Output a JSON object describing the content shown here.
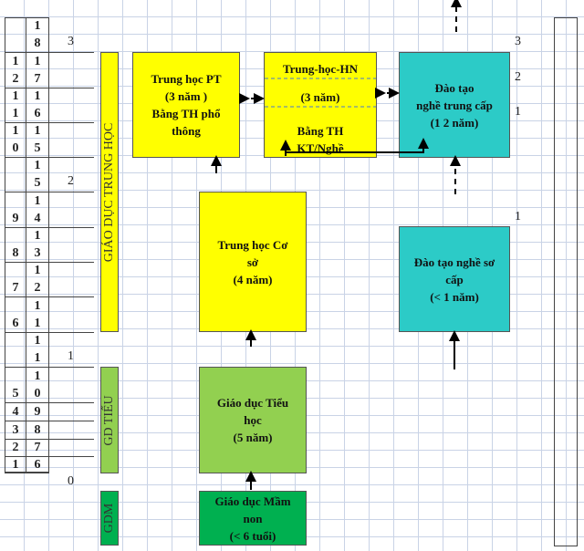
{
  "left_table": {
    "grades": [
      "",
      "12",
      "11",
      "10",
      "",
      "9",
      "8",
      "7",
      "6",
      "",
      "5",
      "4",
      "3",
      "2",
      "1"
    ],
    "ages": [
      "18",
      "17",
      "16",
      "15",
      "15",
      "14",
      "13",
      "12",
      "11",
      "11",
      "10",
      "9",
      "8",
      "7",
      "6"
    ]
  },
  "level_numbers": {
    "upper": "3",
    "middle": "2",
    "primary": "1",
    "preschool": "0"
  },
  "right_numbers": [
    "3",
    "2",
    "1",
    "1"
  ],
  "bars": {
    "secondary": "GIÁO DỤC TRUNG HỌC",
    "primary": "GD TIỂU",
    "preschool": "GDM"
  },
  "boxes": {
    "upper_secondary": [
      "Trung học PT",
      "(3 năm )",
      "Bằng TH phổ",
      "thông"
    ],
    "vocational_high": [
      "Trung-học-HN",
      "(3 năm)",
      "Bằng TH",
      "KT/Nghề"
    ],
    "intermediate_voc": [
      "Đào tạo",
      "nghề trung cấp",
      "(1 2 năm)"
    ],
    "lower_secondary": [
      "Trung học Cơ",
      "sở",
      "(4 năm)"
    ],
    "elementary_voc": [
      "Đào tạo nghề sơ",
      "cấp",
      "(< 1 năm)"
    ],
    "primary": [
      "Giáo dục Tiểu",
      "học",
      "(5 năm)"
    ],
    "preschool": [
      "Giáo dục Mầm",
      "non",
      "(< 6 tuổi)"
    ]
  },
  "colors": {
    "yellow": "#ffff00",
    "teal": "#2ccbc7",
    "light_green": "#92d050",
    "green": "#00b050"
  }
}
